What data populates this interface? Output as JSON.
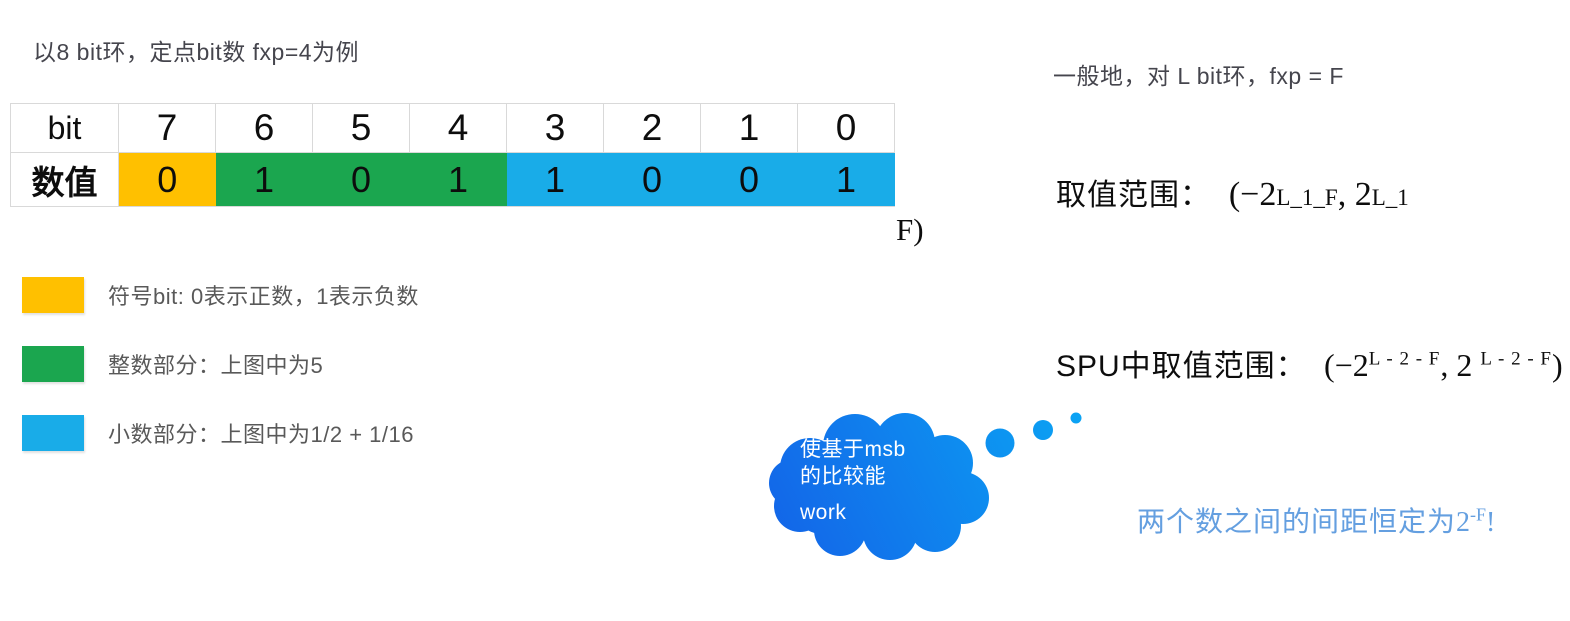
{
  "title": "以8 bit环，定点bit数 fxp=4为例",
  "table": {
    "header_label": "bit",
    "value_label": "数值",
    "bits": [
      "7",
      "6",
      "5",
      "4",
      "3",
      "2",
      "1",
      "0"
    ],
    "values": [
      "0",
      "1",
      "0",
      "1",
      "1",
      "0",
      "0",
      "1"
    ],
    "cell_roles": [
      "sign",
      "integer",
      "integer",
      "integer",
      "fraction",
      "fraction",
      "fraction",
      "fraction"
    ]
  },
  "formula_fragment": "F)",
  "legend": [
    {
      "color": "#FFC000",
      "label": "符号bit: 0表示正数，1表示负数"
    },
    {
      "color": "#1BA64F",
      "label": "整数部分：上图中为5"
    },
    {
      "color": "#19ACE8",
      "label": "小数部分：上图中为1/2 + 1/16"
    }
  ],
  "right_panel": {
    "general_note": "一般地，对 L bit环，fxp = F",
    "range_label": "取值范围：",
    "range_formula": {
      "p1": "(−2",
      "s1": "L_1_F",
      "p2": ", 2",
      "s2": "L_1"
    },
    "spu_label": "SPU中取值范围：",
    "spu_formula": {
      "p1": "(−2",
      "sup1": "L - 2 - F",
      "p2": ", 2",
      "sup2": "L - 2 - F",
      "p3": ")"
    },
    "spacing_note": {
      "prefix": "两个数之间的间距恒定为",
      "base": "2",
      "sup": "-F",
      "suffix": "!"
    }
  },
  "cloud": {
    "lines": [
      "使基于msb",
      "的比较能",
      "work"
    ],
    "gradient_dark": "#1365E8",
    "gradient_light": "#0BA4F4"
  },
  "colors": {
    "sign_bit": "#FFC000",
    "integer_part": "#1BA64F",
    "fraction_part": "#19ACE8",
    "note_blue": "#649fe0",
    "grid_line": "#d9d9d9"
  }
}
